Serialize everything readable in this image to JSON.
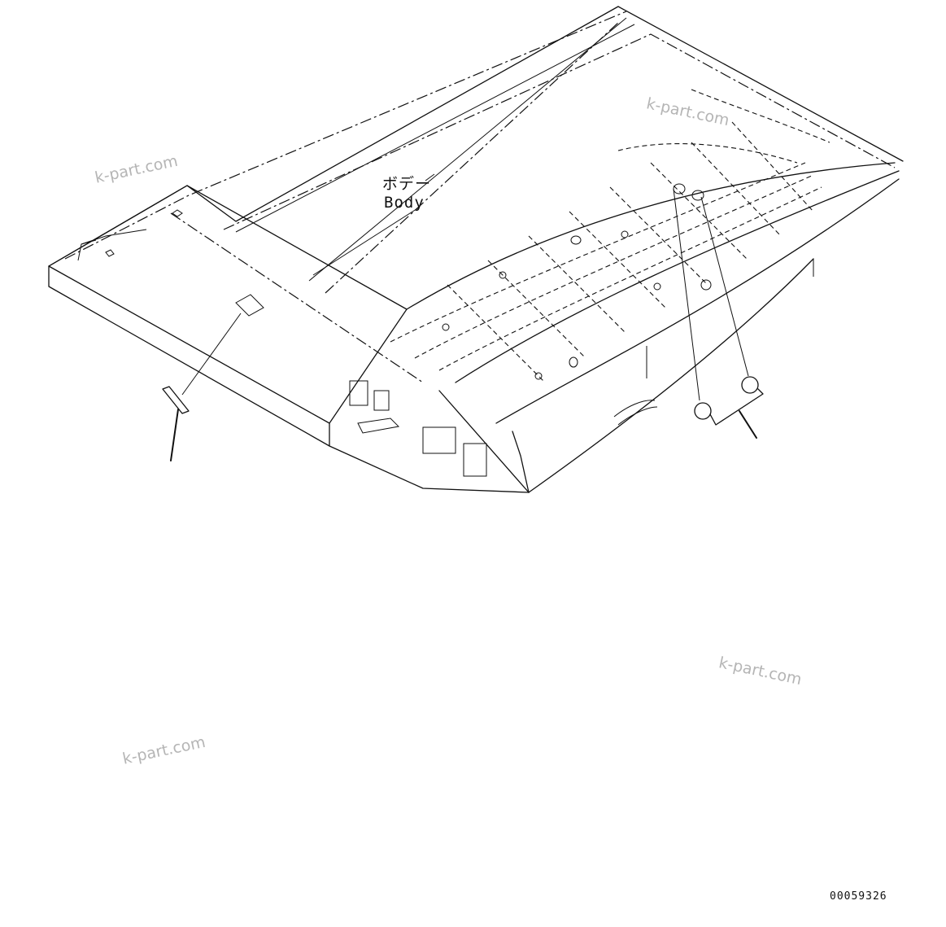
{
  "labels": {
    "body_jp": "ボデー",
    "body_en": "Body"
  },
  "watermarks": [
    "k-part.com",
    "k-part.com",
    "k-part.com",
    "k-part.com"
  ],
  "drawing_number": "00059326",
  "colors": {
    "line": "#111111",
    "watermark": "#b5b5b5",
    "background": "#ffffff"
  }
}
